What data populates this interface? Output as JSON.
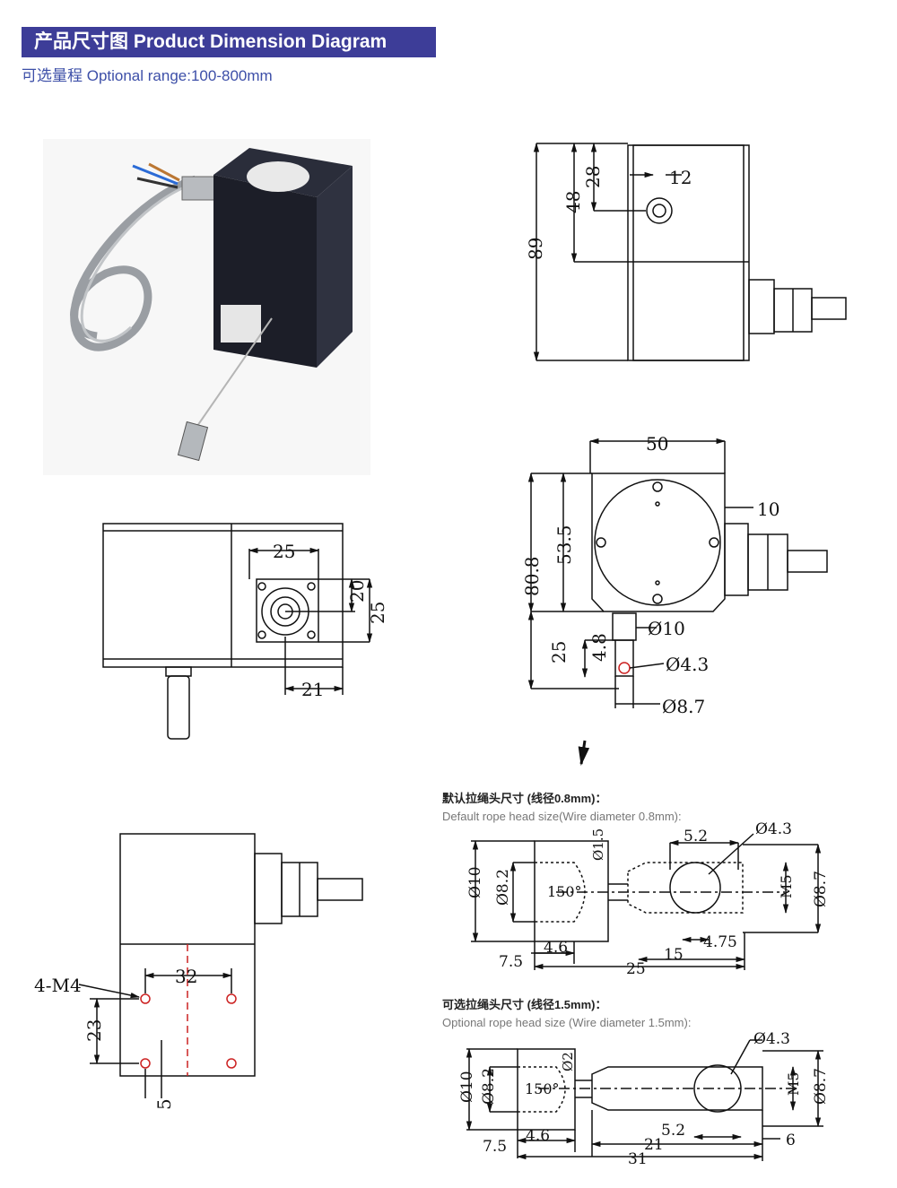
{
  "header": {
    "title": "产品尺寸图 Product Dimension Diagram",
    "range": "可选量程 Optional range:100-800mm"
  },
  "dims": {
    "side_total": "89",
    "side_upper": "48",
    "side_port": "28",
    "side_hole": "12",
    "front_width": "50",
    "front_height": "80.8",
    "front_center": "53.5",
    "front_offset": "10",
    "front_bottom": "25",
    "front_stem": "4.8",
    "front_phi10": "Ø10",
    "front_phi43": "Ø4.3",
    "front_phi87": "Ø8.7",
    "top_w25": "25",
    "top_h20": "20",
    "top_h25": "25",
    "top_w21": "21",
    "base_thread": "4-M4",
    "base_spacing": "32",
    "base_height": "23",
    "base_edge": "5"
  },
  "rope_default": {
    "title_cn": "默认拉绳头尺寸 (线径0.8mm)：",
    "title_en": "Default rope head size(Wire diameter 0.8mm):",
    "phi10": "Ø10",
    "phi82": "Ø8.2",
    "phi15": "Ø1.5",
    "d150": "150°",
    "phi43": "Ø4.3",
    "d52": "5.2",
    "m5": "M5",
    "phi87": "Ø8.7",
    "d475": "4.75",
    "d46": "4.6",
    "d75": "7.5",
    "d15": "15",
    "d25": "25"
  },
  "rope_optional": {
    "title_cn": "可选拉绳头尺寸 (线径1.5mm)：",
    "title_en": "Optional rope head size (Wire diameter 1.5mm):",
    "phi10": "Ø10",
    "phi82": "Ø8.2",
    "phi2": "Ø2",
    "d150": "150°",
    "phi43": "Ø4.3",
    "m5": "M5",
    "phi87": "Ø8.7",
    "d46": "4.6",
    "d75": "7.5",
    "d52": "5.2",
    "d21": "21",
    "d6": "6",
    "d31": "31"
  },
  "colors": {
    "header_bg": "#3d3d98",
    "range_text": "#3d4fa8",
    "red_mark": "#cc2222"
  }
}
